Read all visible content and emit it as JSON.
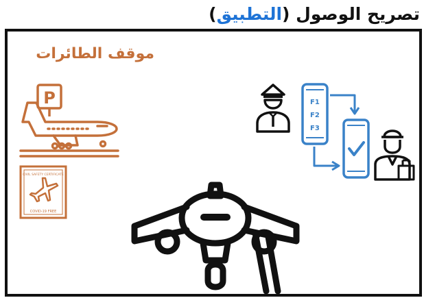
{
  "header": {
    "title_main": "تصريح الوصول (",
    "title_highlight": "التطبيق",
    "title_end": ")"
  },
  "parking_area": {
    "label": "موقف الطائرات",
    "parking_sign": "P",
    "certificate_top_text": "CIVIL SAFETY CERTIFICATE",
    "certificate_bottom_text": "COVID-19 FREE"
  },
  "app_flow": {
    "phone_items": [
      "F1",
      "F2",
      "F3"
    ]
  },
  "colors": {
    "text_dark": "#111111",
    "title_highlight": "#1e73d6",
    "parking_orange": "#c4703a",
    "app_blue": "#3a82c8",
    "frame_border": "#111111"
  },
  "icons": [
    "parking-sign-icon",
    "parked-airplane-icon",
    "covid-certificate-icon",
    "pilot-icon",
    "phone-list-icon",
    "phone-check-icon",
    "flow-arrow-icon",
    "traveler-icon",
    "airplane-front-icon"
  ]
}
